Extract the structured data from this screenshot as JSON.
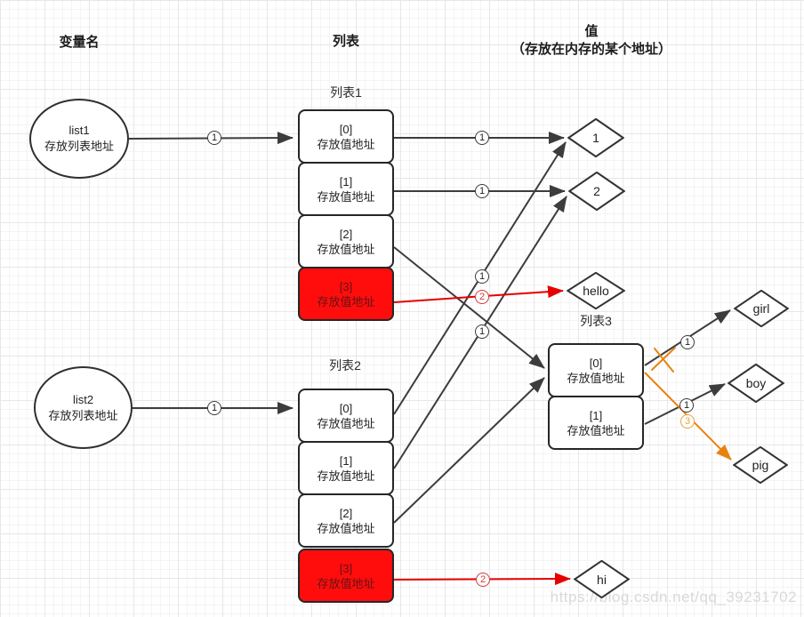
{
  "headers": {
    "variables": "变量名",
    "lists": "列表",
    "value_line1": "值",
    "value_line2": "（存放在内存的某个地址）"
  },
  "variables": {
    "list1": {
      "name": "list1",
      "desc": "存放列表地址"
    },
    "list2": {
      "name": "list2",
      "desc": "存放列表地址"
    }
  },
  "lists": {
    "list1": {
      "label": "列表1",
      "cells": [
        {
          "index": "[0]",
          "text": "存放值地址"
        },
        {
          "index": "[1]",
          "text": "存放值地址"
        },
        {
          "index": "[2]",
          "text": "存放值地址"
        },
        {
          "index": "[3]",
          "text": "存放值地址"
        }
      ]
    },
    "list2": {
      "label": "列表2",
      "cells": [
        {
          "index": "[0]",
          "text": "存放值地址"
        },
        {
          "index": "[1]",
          "text": "存放值地址"
        },
        {
          "index": "[2]",
          "text": "存放值地址"
        },
        {
          "index": "[3]",
          "text": "存放值地址"
        }
      ]
    },
    "list3": {
      "label": "列表3",
      "cells": [
        {
          "index": "[0]",
          "text": "存放值地址"
        },
        {
          "index": "[1]",
          "text": "存放值地址"
        }
      ]
    }
  },
  "values": {
    "one": "1",
    "two": "2",
    "hello": "hello",
    "girl": "girl",
    "boy": "boy",
    "pig": "pig",
    "hi": "hi"
  },
  "steps": {
    "s1": "1",
    "s2": "2",
    "s3": "3"
  },
  "watermark": "https://blog.csdn.net/qq_39231702",
  "colors": {
    "edge_black": "#3c3c3c",
    "edge_red": "#e60000",
    "edge_orange": "#e8820e",
    "highlight_cell_fill": "#ff0d0d",
    "highlight_cell_text": "#631313",
    "grid_line": "#e7e7e7",
    "watermark_text": "#d9d9d9"
  }
}
